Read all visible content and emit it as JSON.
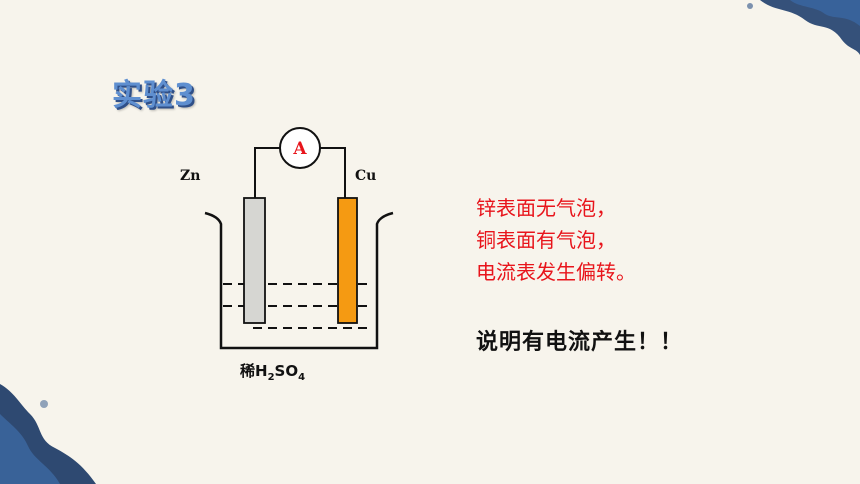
{
  "title": "实验3",
  "diagram": {
    "ammeter_symbol": "A",
    "electrode_left": "Zn",
    "electrode_right": "Cu",
    "electrolyte_prefix": "稀H",
    "electrolyte_sub1": "2",
    "electrolyte_mid": "SO",
    "electrolyte_sub2": "4",
    "colors": {
      "copper": "#f59a12",
      "zinc": "#d6d6d2",
      "ammeter_text": "#e8141b"
    }
  },
  "observations": [
    "锌表面无气泡，",
    "铜表面有气泡，",
    "电流表发生偏转。"
  ],
  "conclusion": "说明有电流产生！！"
}
